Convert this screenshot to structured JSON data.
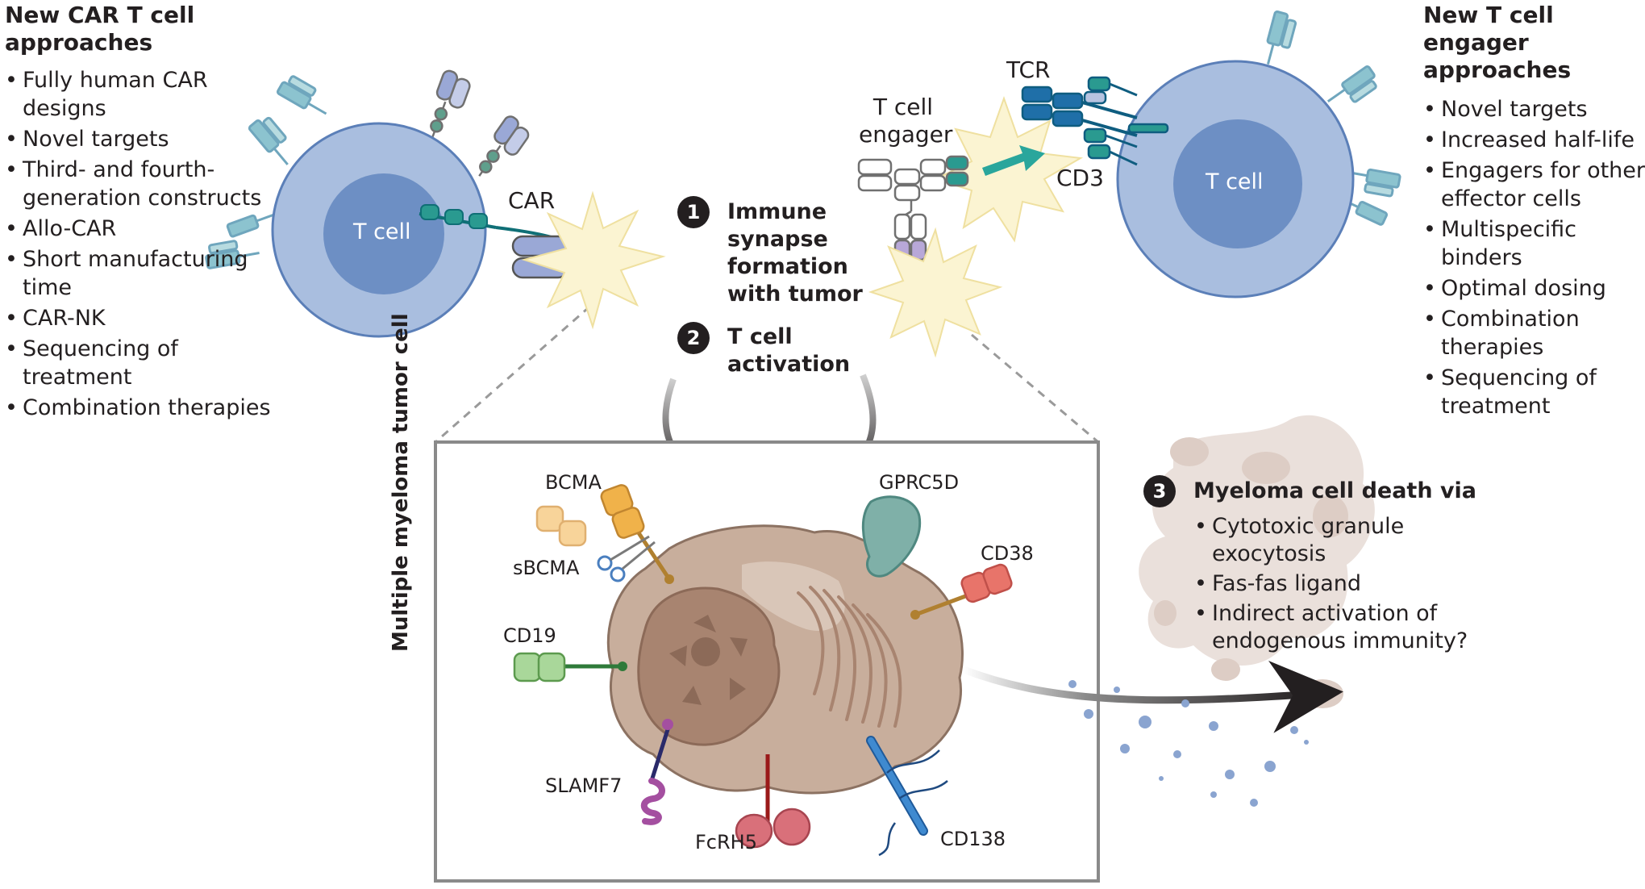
{
  "left_panel": {
    "title": "New CAR T cell approaches",
    "items": [
      "Fully human CAR designs",
      "Novel targets",
      "Third- and fourth-generation constructs",
      "Allo-CAR",
      "Short manufacturing time",
      "CAR-NK",
      "Sequencing of treatment",
      "Combination therapies"
    ]
  },
  "right_panel": {
    "title": "New T cell engager approaches",
    "items": [
      "Novel targets",
      "Increased half-life",
      "Engagers for other effector cells",
      "Multispecific binders",
      "Optimal dosing",
      "Combination therapies",
      "Sequencing of treatment"
    ]
  },
  "labels": {
    "car_t_cell": "T cell",
    "car": "CAR",
    "engager_t_cell": "T cell",
    "tcr": "TCR",
    "engager": "T cell engager",
    "cd3": "CD3",
    "tumor_cell": "Multiple myeloma tumor cell",
    "bcma": "BCMA",
    "sbcma": "sBCMA",
    "gprc5d": "GPRC5D",
    "cd38": "CD38",
    "cd19": "CD19",
    "slamf7": "SLAMF7",
    "fcrh5": "FcRH5",
    "cd138": "CD138"
  },
  "steps": [
    {
      "number": "1",
      "text": "Immune synapse formation with tumor"
    },
    {
      "number": "2",
      "text": "T cell activation"
    },
    {
      "number": "3",
      "text": "Myeloma cell death via"
    }
  ],
  "step3_items": [
    "Cytotoxic granule exocytosis",
    "Fas-fas ligand",
    "Indirect activation of endogenous immunity?"
  ],
  "colors": {
    "t_cell_outer": "#a9bedf",
    "t_cell_nucleus": "#6d8fc4",
    "t_cell_stroke": "#5b7fb8",
    "tumor_body": "#c8ae9c",
    "tumor_nucleus": "#a88470",
    "car_domain": "#9aa8d6",
    "teal": "#2a9a90",
    "dark_teal": "#0f6f76",
    "tcr_blue": "#1f6fa8",
    "bcma": "#f0b24a",
    "gprc5d": "#7fb0a8",
    "cd38": "#e8746a",
    "cd19": "#a9d79a",
    "slamf7": "#a44fa0",
    "fcrh5": "#d9707a",
    "cd138": "#3f8ad0",
    "arrow_dark": "#231f20",
    "dying_cell": "#e8ddd7"
  }
}
